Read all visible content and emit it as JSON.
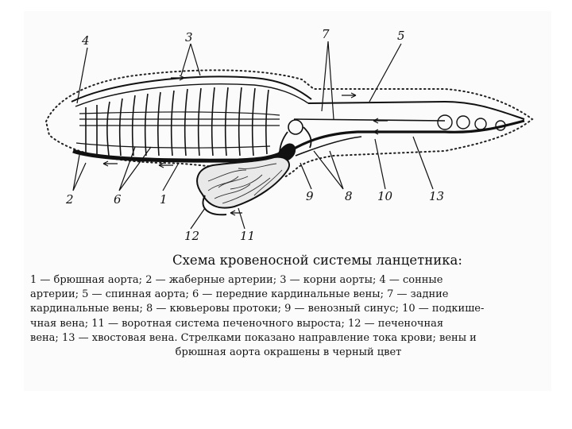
{
  "labels": {
    "n1": "1",
    "n2": "2",
    "n3": "3",
    "n4": "4",
    "n5": "5",
    "n6": "6",
    "n7": "7",
    "n8": "8",
    "n9": "9",
    "n10": "10",
    "n11": "11",
    "n12": "12",
    "n13": "13"
  },
  "caption": {
    "title": "Схема кровеносной системы ланцетника:",
    "lines": [
      "1 — брюшная аорта; 2 — жаберные артерии; 3 — корни аорты; 4 — сонные",
      "артерии; 5 — спинная аорта; 6 — передние кардинальные вены; 7 — задние",
      "кардинальные вены; 8 — кювьеровы протоки; 9 — венозный синус; 10 — подкише-",
      "чная вена; 11 — воротная система печеночного выроста; 12 — печеночная",
      "вена; 13 — хвостовая вена. Стрелками показано направление тока крови; вены и",
      "брюшная аорта окрашены в черный цвет"
    ]
  }
}
